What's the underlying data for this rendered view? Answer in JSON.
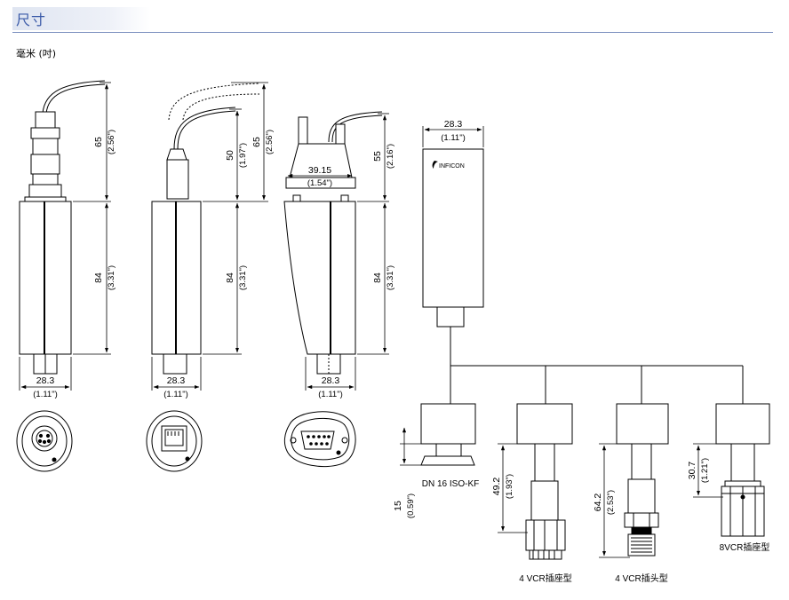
{
  "header": {
    "title": "尺寸"
  },
  "subtitle": "毫米 (吋)",
  "dims": {
    "h65": "65",
    "h65_in": "(2.56\")",
    "h50": "50",
    "h50_in": "(1.97\")",
    "h55": "55",
    "h55_in": "(2.16\")",
    "h84": "84",
    "h84_in": "(3.31\")",
    "w283": "28.3",
    "w283_in": "(1.11\")",
    "w3915": "39.15",
    "w3915_in": "(1.54\")",
    "h15": "15",
    "h15_in": "(0.59\")",
    "h492": "49.2",
    "h492_in": "(1.93\")",
    "h642": "64.2",
    "h642_in": "(2.53\")",
    "h307": "30.7",
    "h307_in": "(1.21\")"
  },
  "brand": "INFICON",
  "fittings": {
    "kf": "DN 16 ISO-KF",
    "vcr4f": "4 VCR插座型",
    "vcr4m": "4 VCR插头型",
    "vcr8f": "8VCR插座型"
  }
}
